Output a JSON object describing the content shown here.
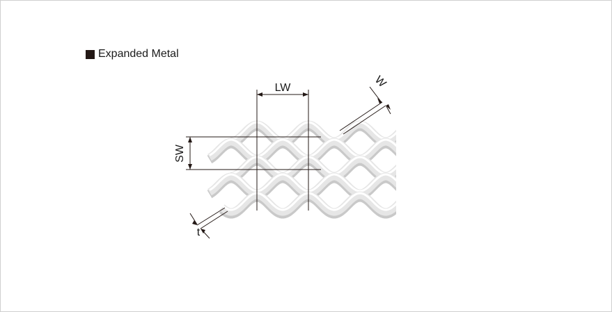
{
  "legend": {
    "label": "Expanded Metal",
    "marker_color": "#231815"
  },
  "diagram": {
    "dimensions": {
      "lw": "LW",
      "sw": "SW",
      "w": "W",
      "t": "t"
    },
    "colors": {
      "mesh_fill": "#e6e6e6",
      "mesh_shadow": "#c9c9c9",
      "mesh_highlight": "#ffffff",
      "line": "#231815"
    }
  }
}
